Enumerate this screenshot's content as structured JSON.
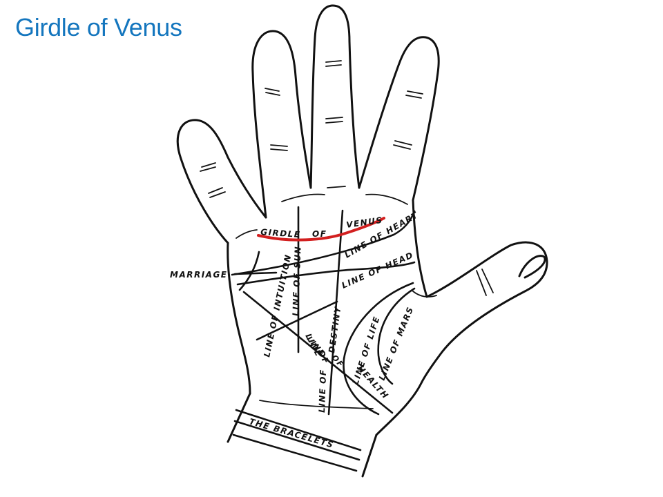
{
  "slide": {
    "title": "Girdle of Venus",
    "title_color": "#1476BE"
  },
  "diagram": {
    "highlight_color": "#D21F1F",
    "labels": {
      "girdle": "GIRDLE",
      "of": "OF",
      "venus": "VENUS",
      "heart": "LINE OF HEART",
      "head": "LINE OF HEAD",
      "marriage": "MARRIAGE",
      "intuition": "LINE OF INTUITION",
      "sun": "LINE OF SUN",
      "destiny_line": "LINE",
      "destiny_of": "OF",
      "destiny": "DESTINY",
      "health_line": "LINE",
      "health_of": "OF",
      "health": "HEALTH",
      "life": "LINE OF LIFE",
      "mars": "LINE OF MARS",
      "destiny_bottom": "LINE OF",
      "bracelets": "THE BRACELETS"
    }
  }
}
